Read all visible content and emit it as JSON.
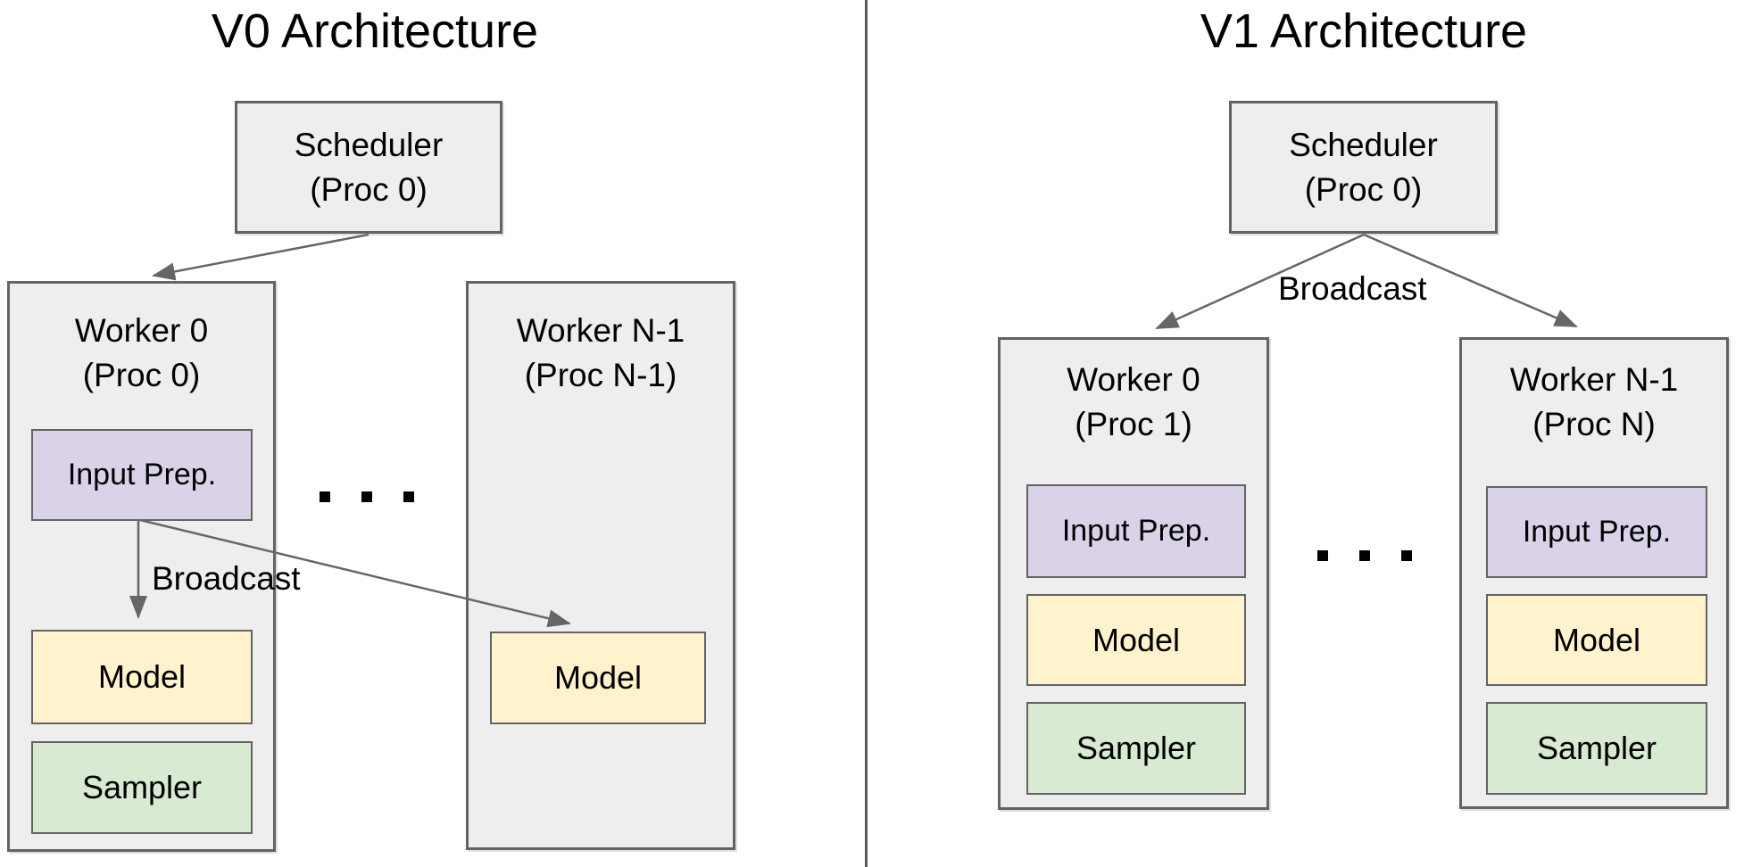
{
  "colors": {
    "background": "#ffffff",
    "containerFill": "#eeeeee",
    "containerBorder": "#636363",
    "innerBorder": "#636363",
    "inputPrepFill": "#d9d2e9",
    "modelFill": "#fff2cc",
    "samplerFill": "#d9ead3",
    "arrow": "#666666",
    "divider": "#595959",
    "text": "#000000"
  },
  "v0": {
    "title": "V0 Architecture",
    "scheduler_line1": "Scheduler",
    "scheduler_line2": "(Proc 0)",
    "worker0_line1": "Worker 0",
    "worker0_line2": "(Proc 0)",
    "workerN_line1": "Worker N-1",
    "workerN_line2": "(Proc N-1)",
    "input_prep": "Input Prep.",
    "model": "Model",
    "sampler": "Sampler",
    "broadcast": "Broadcast",
    "ellipsis": ". . ."
  },
  "v1": {
    "title": "V1 Architecture",
    "scheduler_line1": "Scheduler",
    "scheduler_line2": "(Proc 0)",
    "worker0_line1": "Worker 0",
    "worker0_line2": "(Proc 1)",
    "workerN_line1": "Worker N-1",
    "workerN_line2": "(Proc N)",
    "input_prep": "Input Prep.",
    "model": "Model",
    "sampler": "Sampler",
    "broadcast": "Broadcast",
    "ellipsis": ". . ."
  }
}
